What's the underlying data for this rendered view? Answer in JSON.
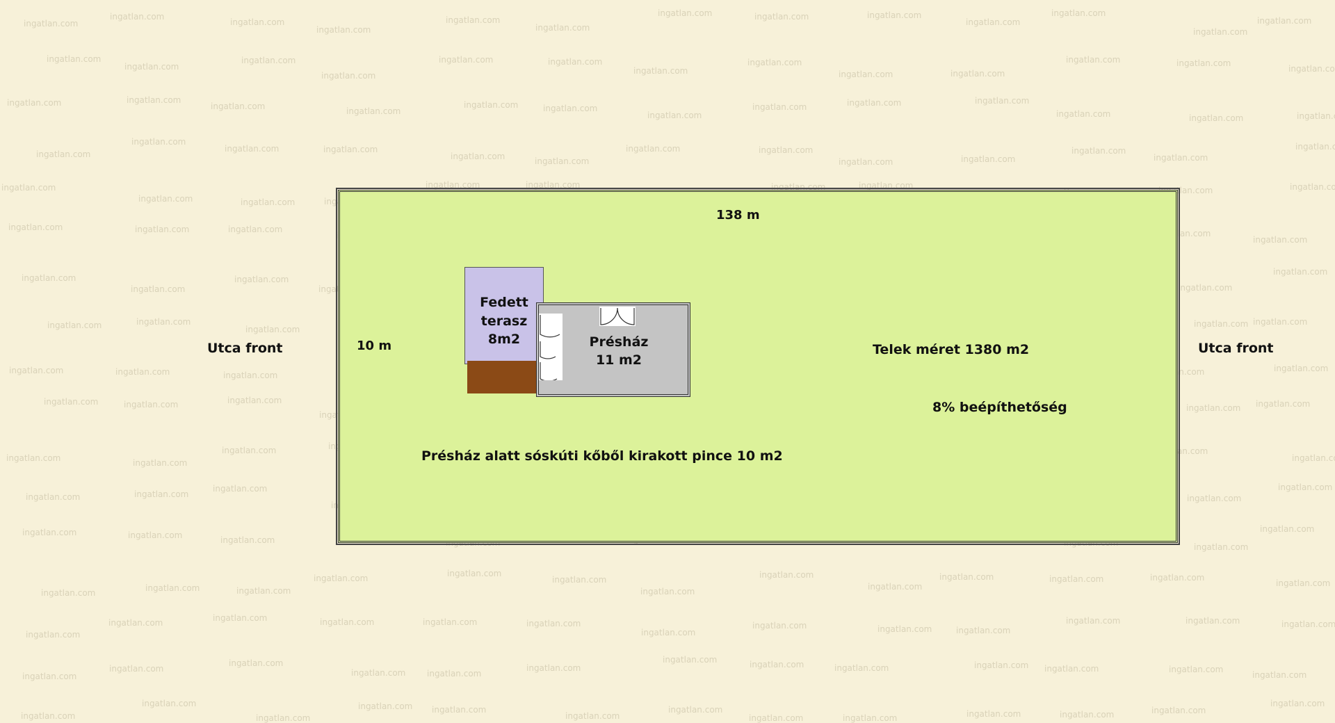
{
  "plan": {
    "street_left": "Utca front",
    "street_right": "Utca front",
    "length_label": "138 m",
    "width_label": "10 m",
    "terrace_label_1": "Fedett",
    "terrace_label_2": "terasz",
    "terrace_label_3": "8m2",
    "press_label_1": "Présház",
    "press_label_2": "11 m2",
    "plot_size": "Telek méret 1380 m2",
    "buildable": "8% beépíthetőség",
    "cellar": "Présház alatt sóskúti kőből kirakott pince 10 m2"
  },
  "watermark": "ingatlan.com",
  "colors": {
    "background": "#f7f1d9",
    "plot_fill": "#dcf29a",
    "terrace_fill": "#c9c2e8",
    "terrace_base": "#8b4a16",
    "press_fill": "#c4c4c4"
  }
}
